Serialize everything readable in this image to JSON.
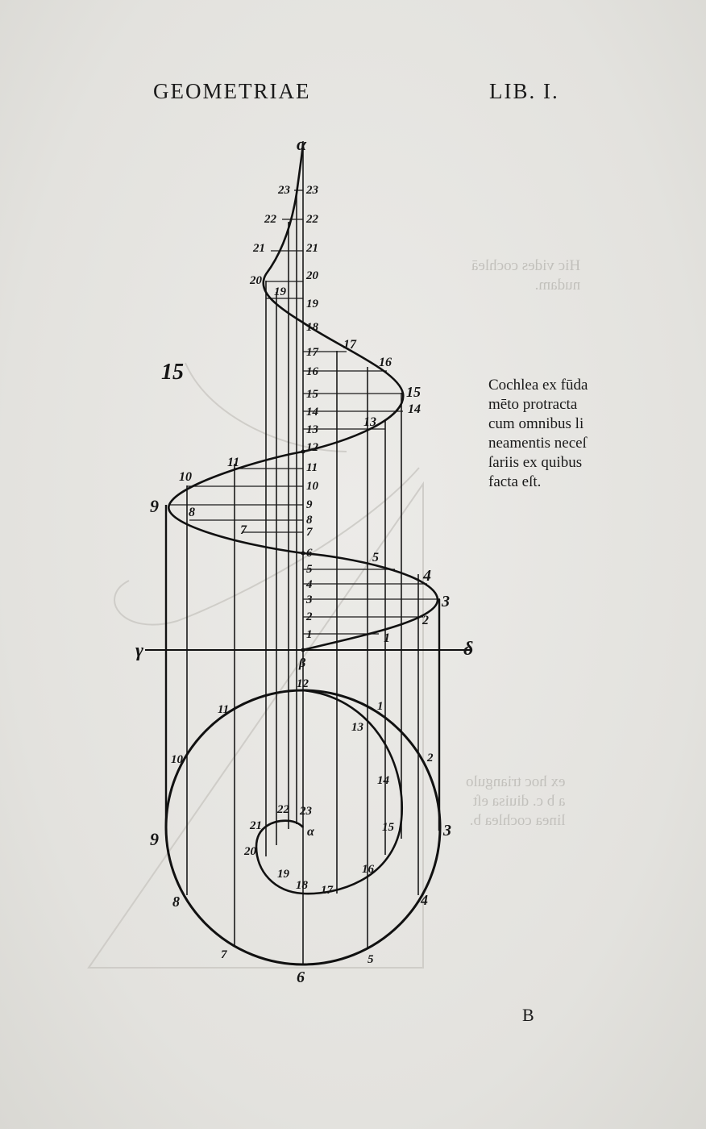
{
  "header": {
    "running_title": "GEOMETRIAE",
    "book": "LIB.   I.",
    "folio": "B"
  },
  "caption": [
    "Cochlea ex fūda",
    "mēto protracta",
    "cum omnibus li",
    "neamentis neceſ",
    "ſariis ex quibus",
    "facta eſt."
  ],
  "show_through": {
    "upper": [
      "Hic vides cochleā",
      "nudam."
    ],
    "lower": [
      "ex hoc triangulo",
      "a b c. diuisa eſt",
      "linea cochlea b."
    ]
  },
  "signature": "B",
  "figure": {
    "apex_label": "α",
    "baseline_left": "γ",
    "baseline_right": "δ",
    "center_label": "β",
    "side_label": "15",
    "right_ladder": [
      "1",
      "2",
      "3",
      "4",
      "5",
      "6",
      "7",
      "8",
      "9",
      "10",
      "11",
      "12",
      "13",
      "14",
      "15",
      "16",
      "17",
      "18",
      "19",
      "20",
      "21",
      "22",
      "23"
    ],
    "left_ladder": [
      "19",
      "20",
      "21",
      "22",
      "23"
    ],
    "helix_points": [
      "1",
      "2",
      "3",
      "4",
      "5",
      "7",
      "8",
      "9",
      "10",
      "11",
      "13",
      "14",
      "15",
      "16",
      "17"
    ],
    "outer_circle": [
      "1",
      "2",
      "3",
      "4",
      "5",
      "6",
      "7",
      "8",
      "9",
      "10",
      "11",
      "12"
    ],
    "inner_spiral": [
      "13",
      "14",
      "15",
      "16",
      "17",
      "18",
      "19",
      "20",
      "21",
      "22",
      "23"
    ],
    "inner_center": "α"
  }
}
